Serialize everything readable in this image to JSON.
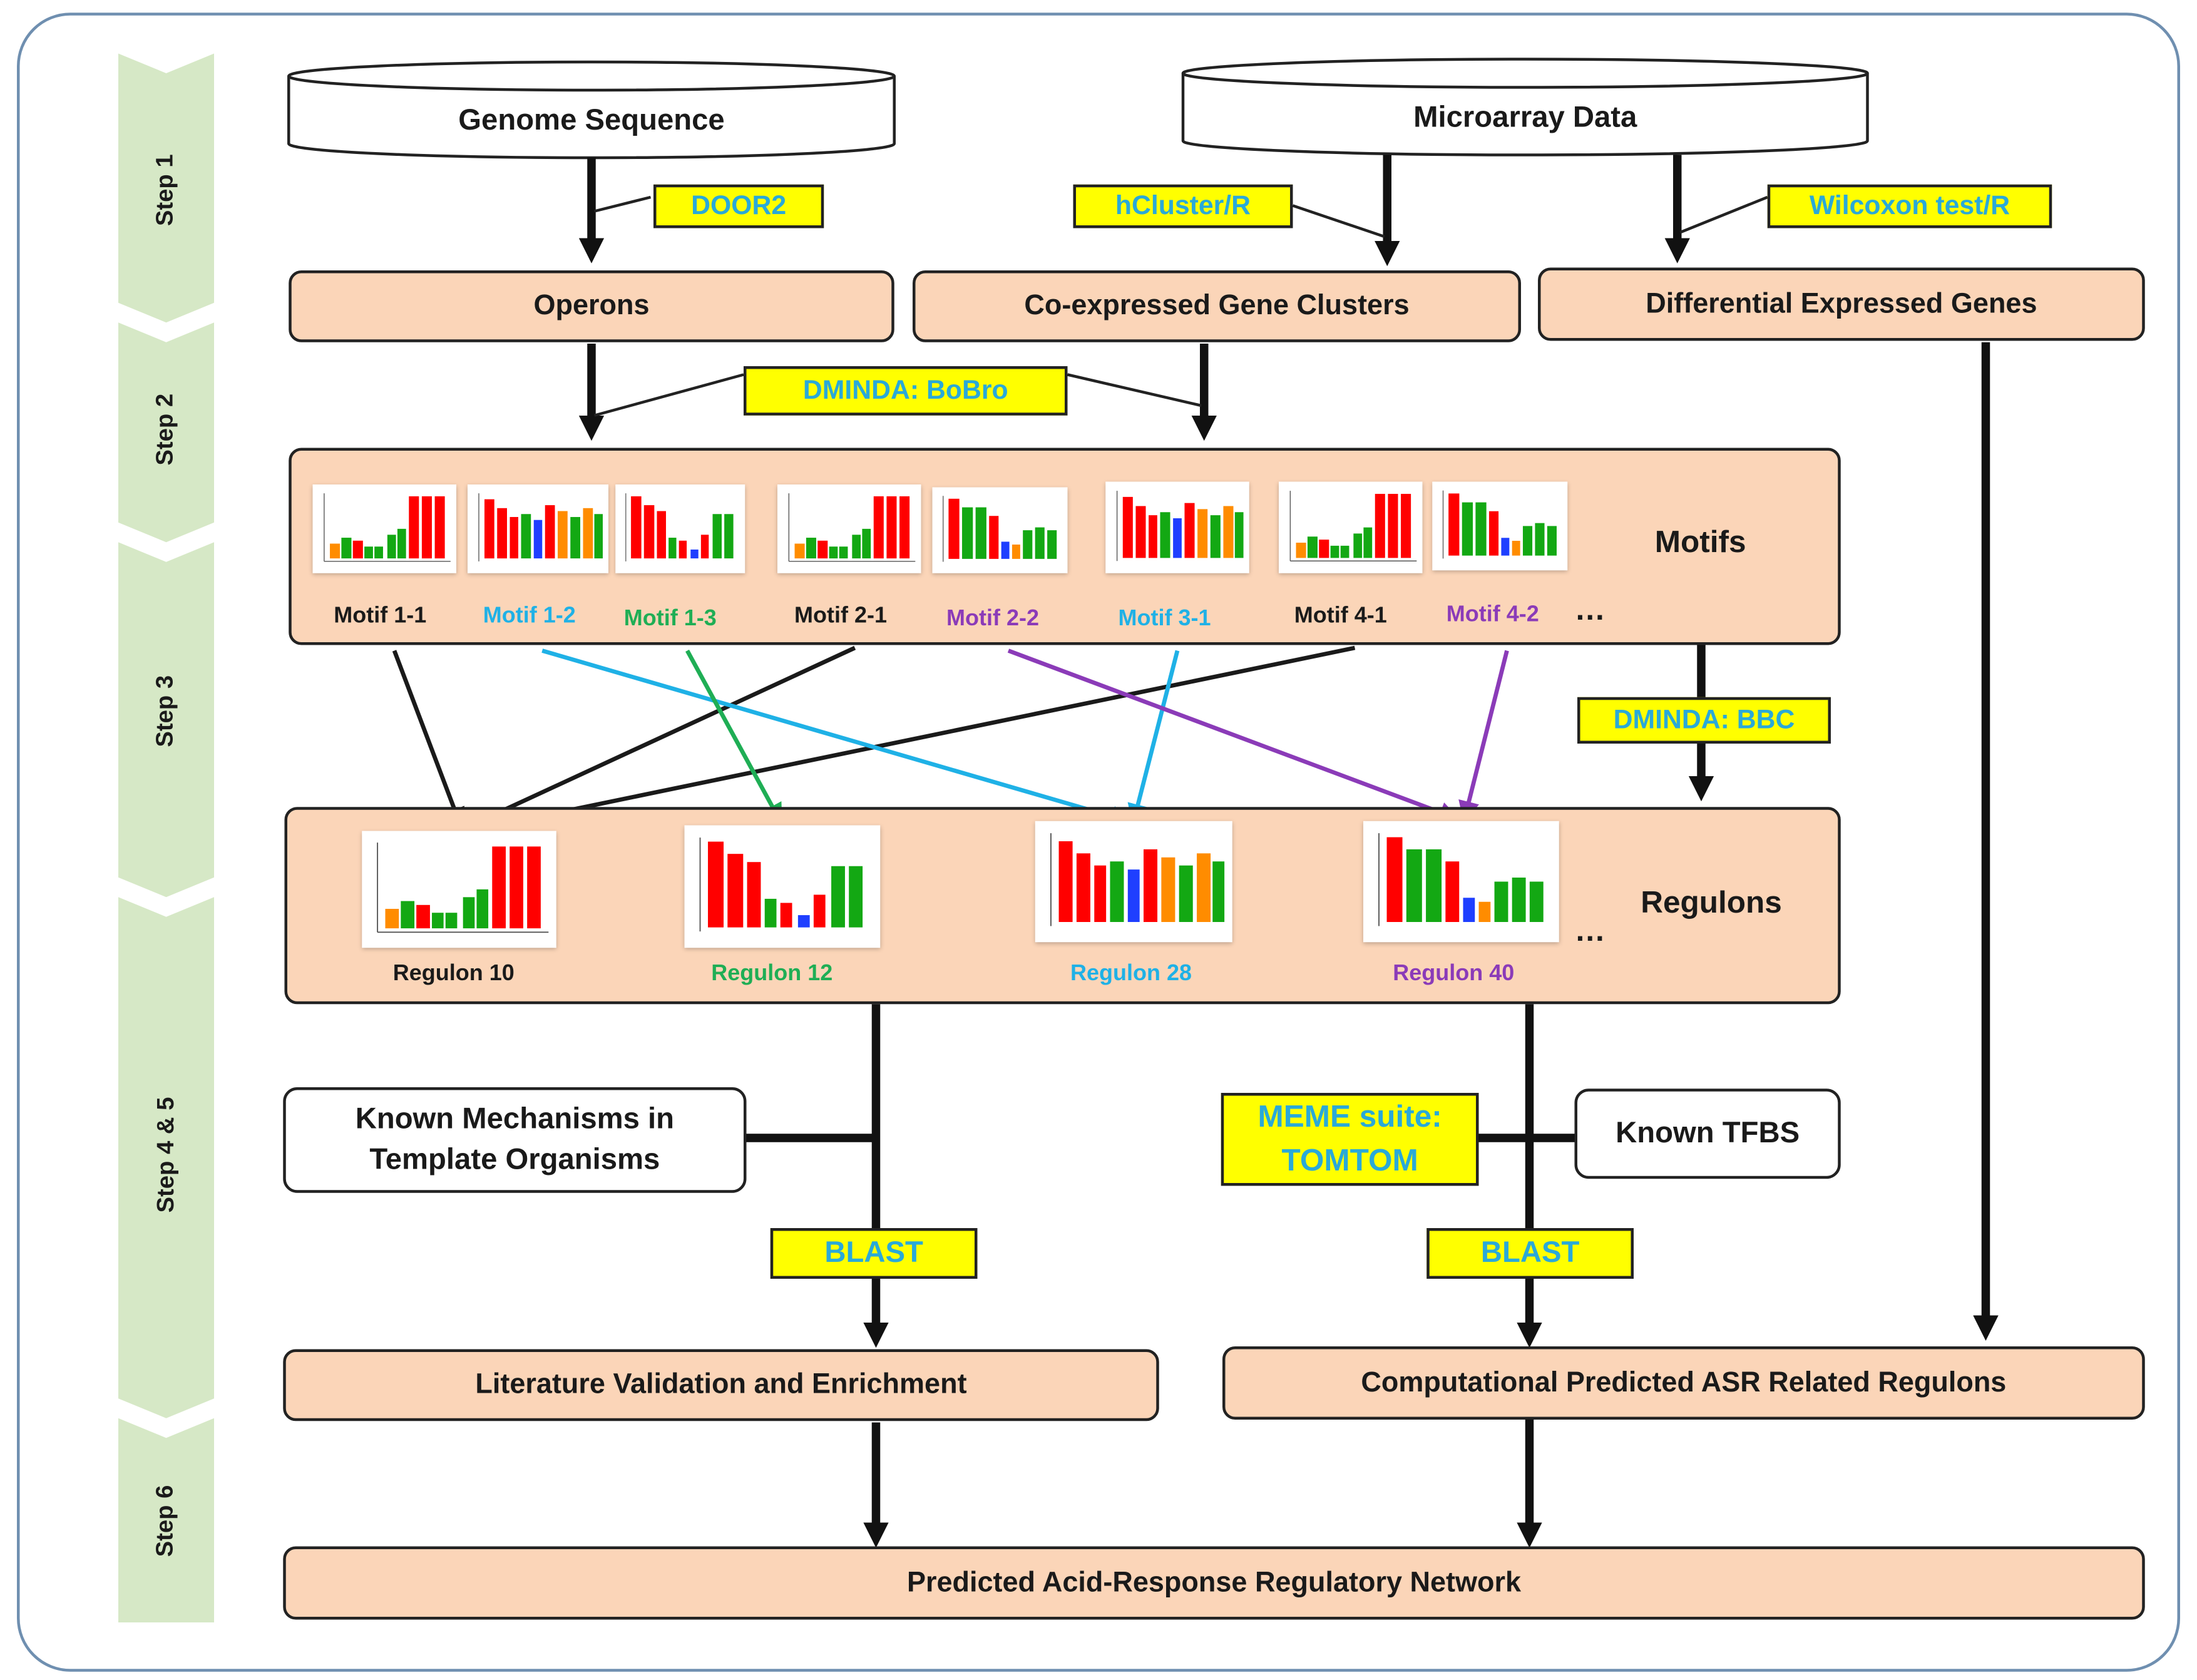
{
  "steps": [
    "Step 1",
    "Step 2",
    "Step 3",
    "Step 4 & 5",
    "Step 6"
  ],
  "databases": {
    "genome": "Genome Sequence",
    "microarray": "Microarray Data"
  },
  "tools": {
    "door2": "DOOR2",
    "hcluster": "hCluster/R",
    "wilcoxon": "Wilcoxon test/R",
    "bobro": "DMINDA: BoBro",
    "bbc": "DMINDA: BBC",
    "meme_line1": "MEME suite:",
    "meme_line2": "TOMTOM",
    "blast_left": "BLAST",
    "blast_right": "BLAST"
  },
  "boxes": {
    "operons": "Operons",
    "coexpressed": "Co-expressed Gene Clusters",
    "differential": "Differential Expressed Genes",
    "known_mech_line1": "Known Mechanisms in",
    "known_mech_line2": "Template Organisms",
    "known_tfbs": "Known TFBS",
    "literature": "Literature Validation and Enrichment",
    "computational": "Computational Predicted ASR Related Regulons",
    "network": "Predicted Acid-Response Regulatory Network"
  },
  "motifs_label": "Motifs",
  "regulons_label": "Regulons",
  "ellipsis": "…",
  "motifs": [
    {
      "label": "Motif 1-1",
      "color": "#1a1a1a"
    },
    {
      "label": "Motif 1-2",
      "color": "#1fb1e6"
    },
    {
      "label": "Motif 1-3",
      "color": "#1fae55"
    },
    {
      "label": "Motif 2-1",
      "color": "#1a1a1a"
    },
    {
      "label": "Motif 2-2",
      "color": "#8b3bb8"
    },
    {
      "label": "Motif 3-1",
      "color": "#1fb1e6"
    },
    {
      "label": "Motif 4-1",
      "color": "#1a1a1a"
    },
    {
      "label": "Motif 4-2",
      "color": "#8b3bb8"
    }
  ],
  "regulons": [
    {
      "label": "Regulon 10",
      "color": "#1a1a1a"
    },
    {
      "label": "Regulon 12",
      "color": "#1fae55"
    },
    {
      "label": "Regulon 28",
      "color": "#1fb1e6"
    },
    {
      "label": "Regulon 40",
      "color": "#8b3bb8"
    }
  ],
  "colors": {
    "box_fill": "#fbd5b8",
    "step_band": "#d6e8c6",
    "tool_fill": "#ffff00",
    "tool_text": "#2aa9d8",
    "frame": "#6f8fb0"
  }
}
